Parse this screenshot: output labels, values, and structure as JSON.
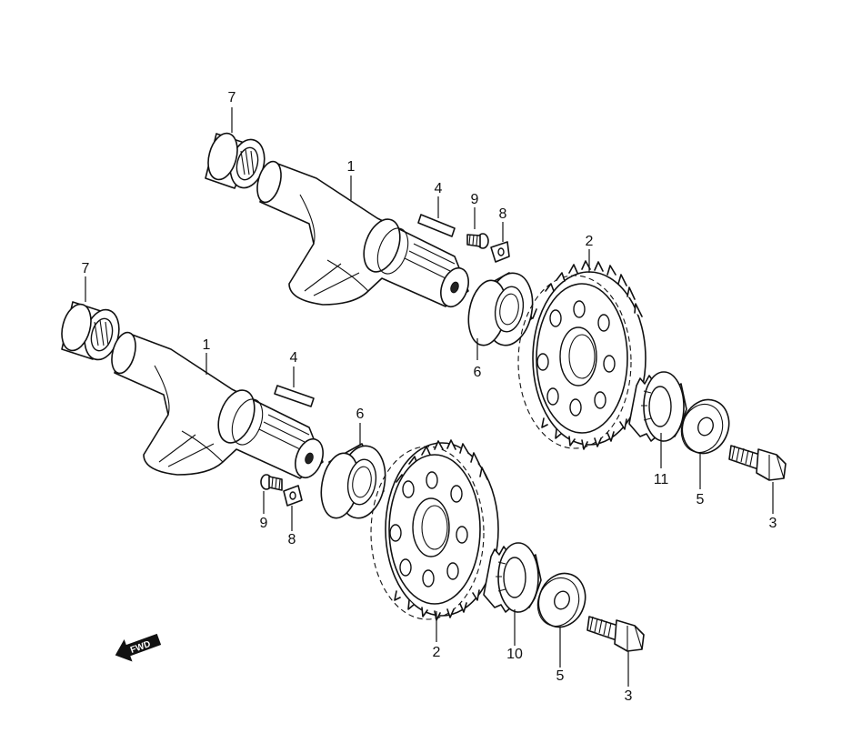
{
  "callouts": {
    "upper": {
      "part_7": "7",
      "part_1": "1",
      "part_4": "4",
      "part_9": "9",
      "part_8": "8",
      "part_2": "2",
      "part_6": "6",
      "part_11": "11",
      "part_5": "5",
      "part_3": "3"
    },
    "lower": {
      "part_7": "7",
      "part_1": "1",
      "part_4": "4",
      "part_6": "6",
      "part_9": "9",
      "part_8": "8",
      "part_2": "2",
      "part_10": "10",
      "part_5": "5",
      "part_3": "3"
    }
  },
  "direction_badge": "FWD"
}
